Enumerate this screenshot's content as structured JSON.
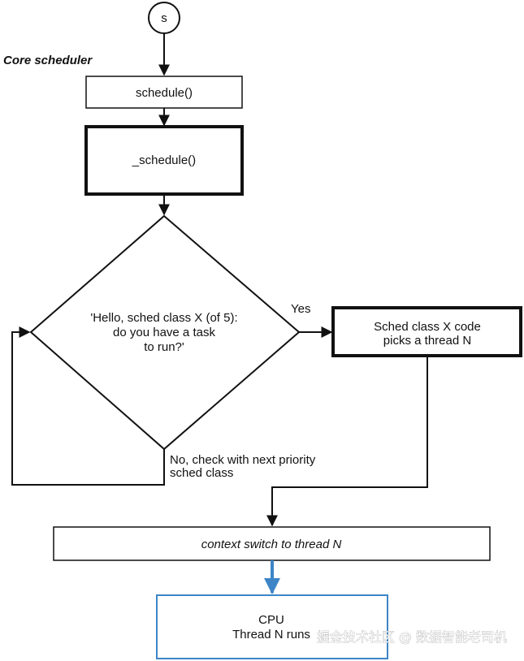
{
  "section_label": "Core scheduler",
  "start_node": "s",
  "nodes": {
    "schedule": "schedule()",
    "underscore_schedule": "_schedule()",
    "decision": [
      "'Hello, sched class X (of 5):",
      "do you have a task",
      "to run?'"
    ],
    "sched_class": [
      "Sched class X code",
      "picks a thread N"
    ],
    "context_switch": "context switch to thread N",
    "cpu": [
      "CPU",
      "Thread N runs"
    ]
  },
  "edges": {
    "yes_label": "Yes",
    "no_label": [
      "No, check with next priority",
      "sched class"
    ]
  },
  "watermark": "掘金技术社区 @ 数据智能老司机",
  "colors": {
    "stroke": "#111111",
    "accent_arrow": "#3d85c6",
    "cpu_border": "#3d85c6"
  }
}
